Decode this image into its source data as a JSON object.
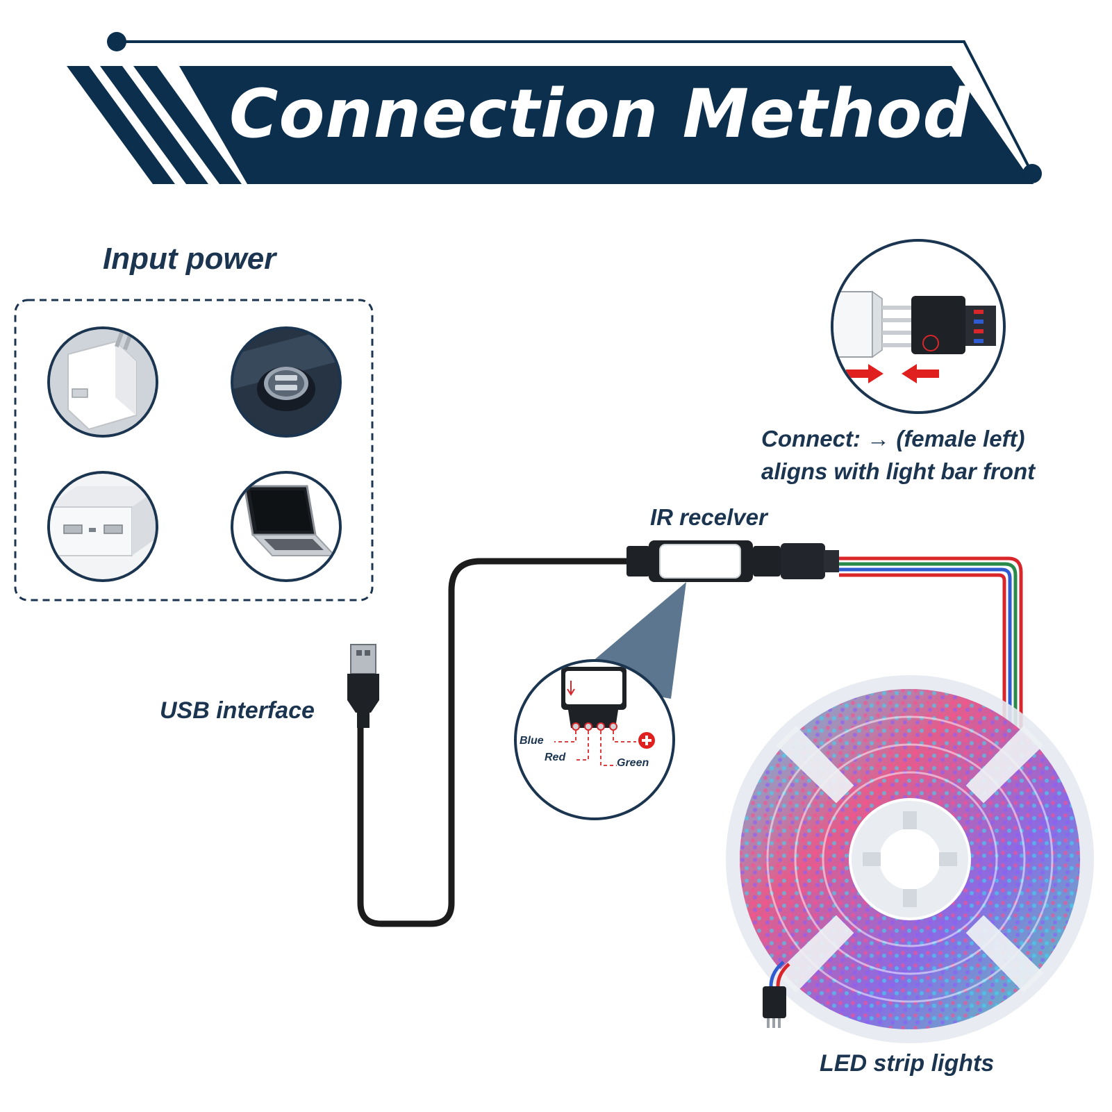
{
  "title": "Connection Method",
  "colors": {
    "navy": "#0b2f4d",
    "label_text": "#1b3550",
    "wire_red": "#d8262b",
    "wire_green": "#2a8a4c",
    "wire_blue": "#2f5bd0",
    "cable_black": "#1c1c1c"
  },
  "input_power": {
    "label": "Input power",
    "sources": [
      {
        "name": "wall-adapter",
        "icon": "usb-wall-charger-icon"
      },
      {
        "name": "car-charger",
        "icon": "car-usb-charger-icon"
      },
      {
        "name": "power-bank",
        "icon": "power-bank-icon"
      },
      {
        "name": "laptop",
        "icon": "laptop-icon"
      }
    ]
  },
  "connector_detail": {
    "caption_line1": "Connect: → (female left)",
    "caption_line2": "aligns with light bar front"
  },
  "ir_receiver": {
    "label": "IR recelver",
    "pins": {
      "blue": "Blue",
      "red": "Red",
      "green": "Green",
      "plus_icon": "plus-icon"
    }
  },
  "usb": {
    "label": "USB interface"
  },
  "led_strip": {
    "label": "LED strip lights"
  }
}
